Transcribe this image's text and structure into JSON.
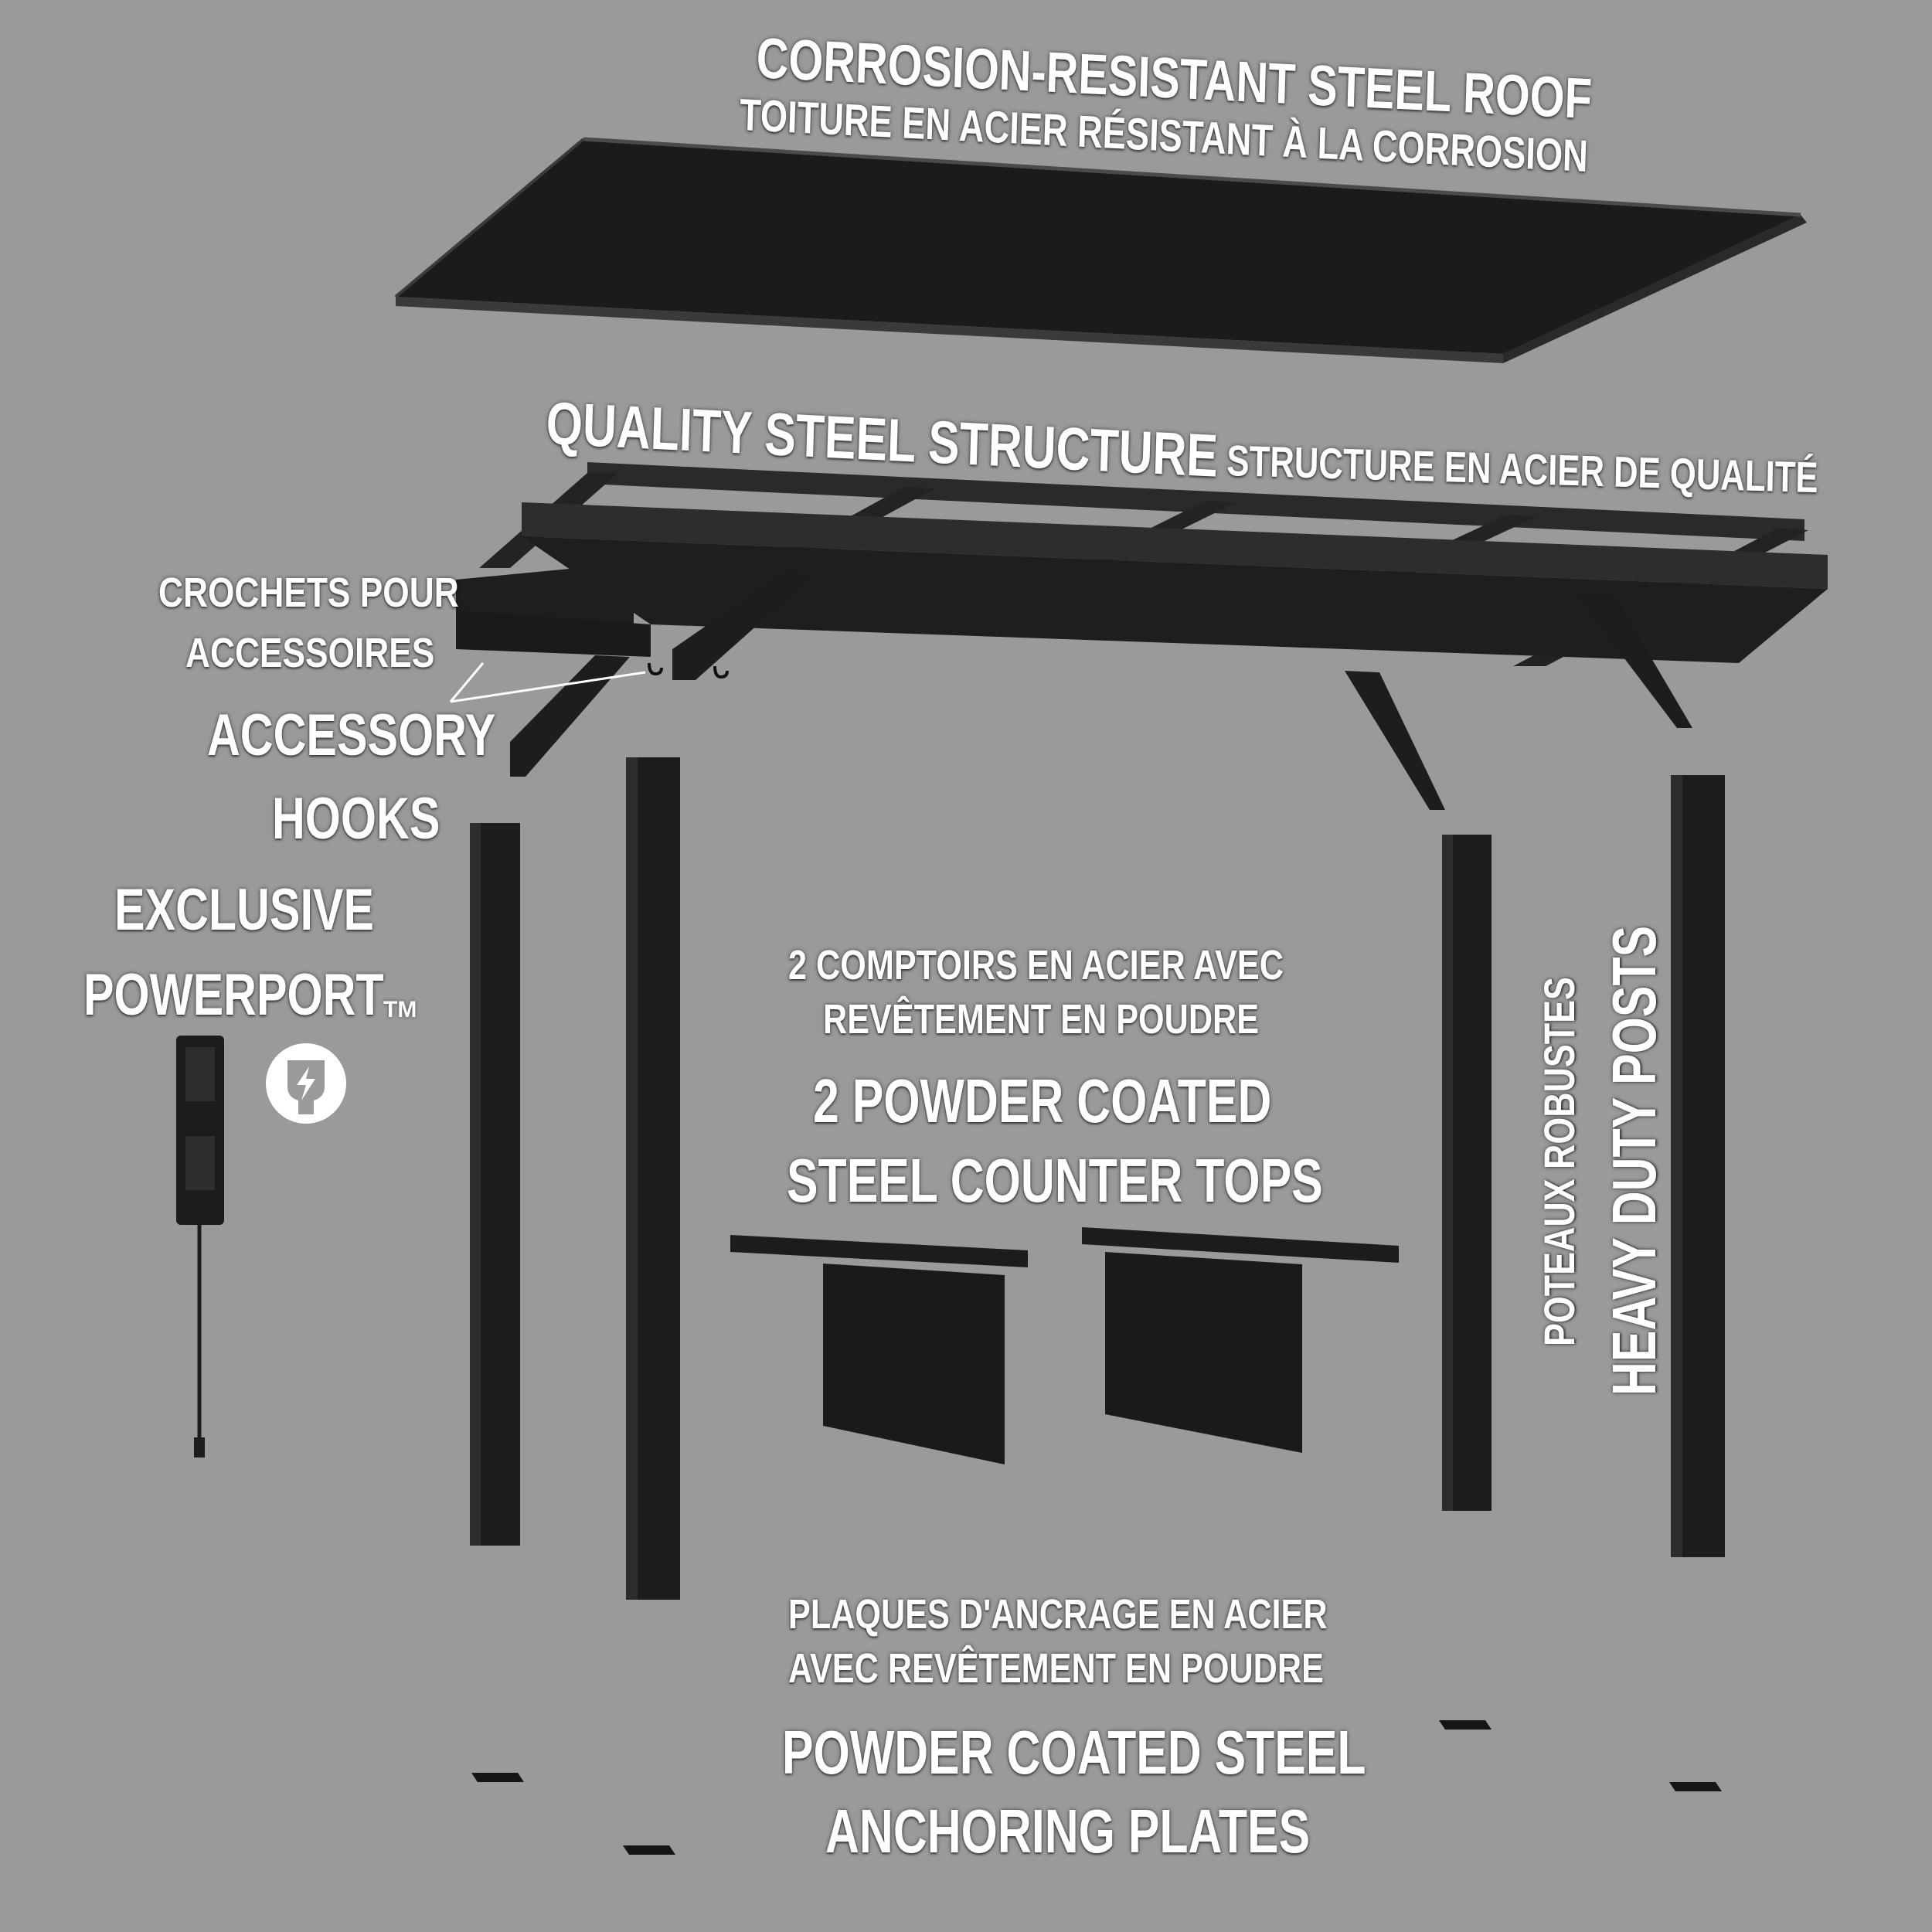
{
  "labels": {
    "roof_en": "CORROSION-RESISTANT STEEL ROOF",
    "roof_fr": "TOITURE EN ACIER RÉSISTANT À LA CORROSION",
    "structure_en": "QUALITY STEEL STRUCTURE",
    "structure_fr": "STRUCTURE EN ACIER DE QUALITÉ",
    "hooks_fr_line1": "CROCHETS POUR",
    "hooks_fr_line2": "ACCESSOIRES",
    "hooks_en_line1": "ACCESSORY",
    "hooks_en_line2": "HOOKS",
    "powerport_line1": "EXCLUSIVE",
    "powerport_line2": "POWERPORT",
    "powerport_tm": "TM",
    "counters_fr_line1": "2 COMPTOIRS EN ACIER AVEC",
    "counters_fr_line2": "REVÊTEMENT EN POUDRE",
    "counters_en_line1": "2 POWDER COATED",
    "counters_en_line2": "STEEL COUNTER TOPS",
    "posts_fr": "POTEAUX ROBUSTES",
    "posts_en": "HEAVY DUTY POSTS",
    "plates_fr_line1": "PLAQUES D'ANCRAGE EN ACIER",
    "plates_fr_line2": "AVEC REVÊTEMENT EN POUDRE",
    "plates_en_line1": "POWDER COATED STEEL",
    "plates_en_line2": "ANCHORING PLATES"
  },
  "icons": {
    "power": "power-plug-bolt-icon"
  },
  "colors": {
    "background": "#9a9a9a",
    "steel": "#1c1c1c",
    "text": "#ffffff"
  }
}
